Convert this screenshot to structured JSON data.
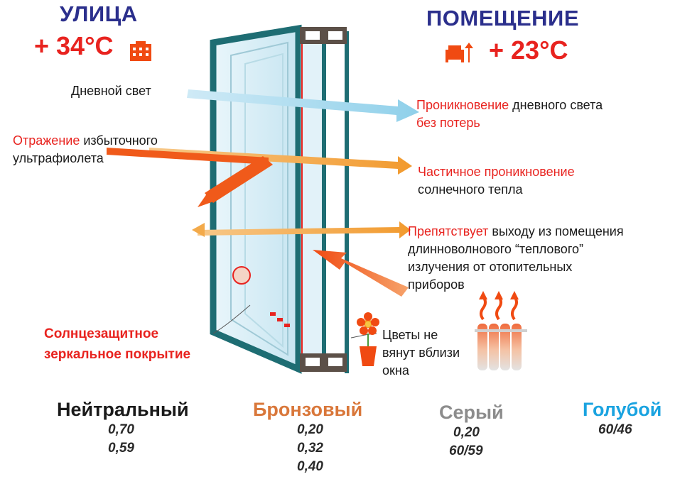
{
  "outside": {
    "title": "УЛИЦА",
    "temperature": "+ 34°C"
  },
  "inside": {
    "title": "ПОМЕЩЕНИЕ",
    "temperature": "+ 23°C"
  },
  "labels": {
    "daylight": "Дневной свет",
    "uv_red": "Отражение",
    "uv_rest_1": " избыточного",
    "uv_rest_2": "ультрафиолета",
    "penetration_red": "Проникновение",
    "penetration_rest_1": " дневного света",
    "penetration_red_2": "без потерь",
    "partial_red": "Частичное проникновение",
    "partial_rest": "солнечного тепла",
    "prevents_red": "Препятствует",
    "prevents_rest_1": " выходу из помещения",
    "prevents_rest_2": "длинноволнового “теплового”",
    "prevents_rest_3": "излучения от отопительных",
    "prevents_rest_4": "приборов",
    "coating_1": "Солнцезащитное",
    "coating_2": "зеркальное покрытие",
    "flowers_1": "Цветы не",
    "flowers_2": "вянут вблизи",
    "flowers_3": "окна"
  },
  "tints": [
    {
      "name": "Нейтральный",
      "color": "#1a1a1a",
      "values": [
        "0,70",
        "0,59"
      ]
    },
    {
      "name": "Бронзовый",
      "color": "#d9773a",
      "values": [
        "0,20",
        "0,32",
        "0,40"
      ]
    },
    {
      "name": "Серый",
      "color": "#8c8c8c",
      "values": [
        "0,20",
        "60/59"
      ]
    },
    {
      "name": "Голубой",
      "color": "#1aa3e0",
      "values": [
        "60/46"
      ]
    }
  ],
  "colors": {
    "frame": "#1e6d73",
    "glass": "#cfe9f3",
    "daylight_arrow": "#a9dcef",
    "heat_arrow": "#f3aa4a",
    "uv_arrow": "#f05a1a",
    "accent_red": "#e8231f"
  },
  "icons": [
    "building-icon",
    "sofa-lamp-icon",
    "flower-pot-icon",
    "radiator-icon",
    "heat-arrows-icon"
  ]
}
